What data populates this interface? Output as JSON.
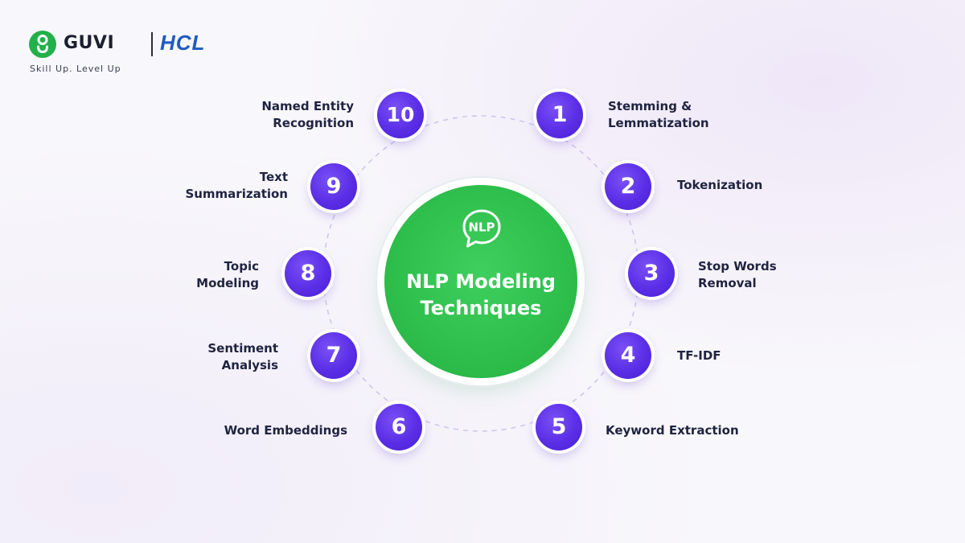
{
  "brand": {
    "name": "GUVI",
    "partner": "HCL",
    "tagline": "Skill Up. Level Up",
    "colors": {
      "guvi_green": "#22b04b",
      "hcl_blue": "#1e5bbf"
    }
  },
  "diagram": {
    "center": {
      "icon_text": "NLP",
      "title_line1": "NLP Modeling",
      "title_line2": "Techniques",
      "color": "#2ebe4b"
    },
    "node_color": "#5a2ee6",
    "nodes": [
      {
        "number": "1",
        "label_line1": "Stemming &",
        "label_line2": "Lemmatization"
      },
      {
        "number": "2",
        "label_line1": "Tokenization",
        "label_line2": ""
      },
      {
        "number": "3",
        "label_line1": "Stop Words",
        "label_line2": "Removal"
      },
      {
        "number": "4",
        "label_line1": "TF-IDF",
        "label_line2": ""
      },
      {
        "number": "5",
        "label_line1": "Keyword Extraction",
        "label_line2": ""
      },
      {
        "number": "6",
        "label_line1": "Word Embeddings",
        "label_line2": ""
      },
      {
        "number": "7",
        "label_line1": "Sentiment",
        "label_line2": "Analysis"
      },
      {
        "number": "8",
        "label_line1": "Topic",
        "label_line2": "Modeling"
      },
      {
        "number": "9",
        "label_line1": "Text",
        "label_line2": "Summarization"
      },
      {
        "number": "10",
        "label_line1": "Named Entity",
        "label_line2": "Recognition"
      }
    ]
  }
}
